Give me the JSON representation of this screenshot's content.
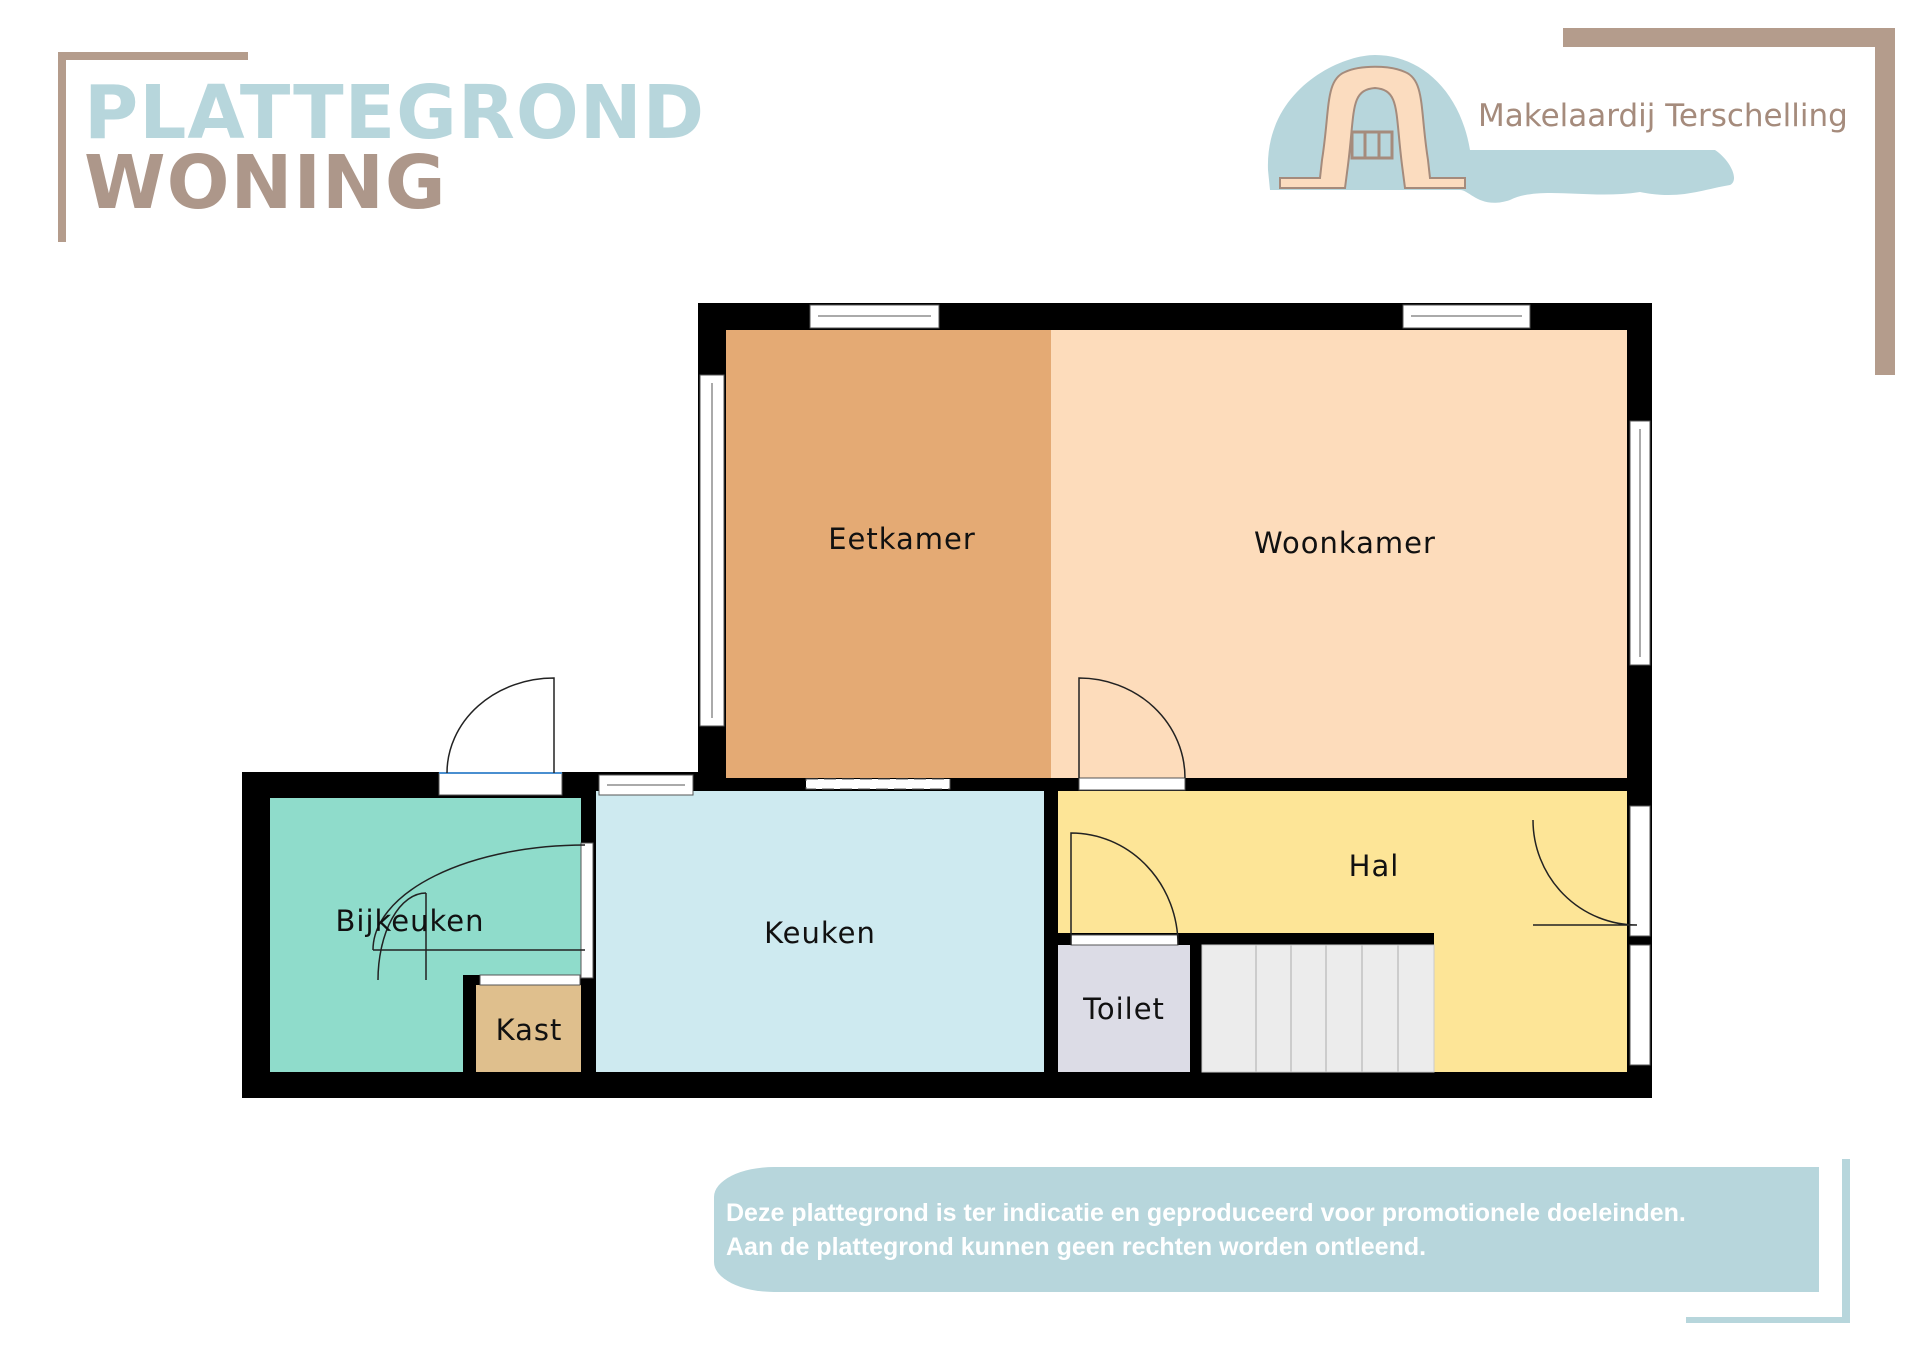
{
  "header": {
    "title_line1": "PLATTEGROND",
    "title_line2": "WONING"
  },
  "logo": {
    "company_name": "Makelaardij Terschelling"
  },
  "rooms": {
    "eetkamer": "Eetkamer",
    "woonkamer": "Woonkamer",
    "hal": "Hal",
    "bijkeuken": "Bijkeuken",
    "keuken": "Keuken",
    "kast": "Kast",
    "toilet": "Toilet"
  },
  "disclaimer": {
    "line1": "Deze plattegrond is ter indicatie en geproduceerd voor promotionele doeleinden.",
    "line2": "Aan de plattegrond kunnen geen rechten worden ontleend."
  },
  "colors": {
    "accent_blue": "#b7d6dc",
    "accent_brown": "#b49c8c",
    "eetkamer": "#e4aa74",
    "woonkamer": "#fddcbb",
    "hal": "#fde597",
    "bijkeuken": "#8fdccb",
    "keuken": "#ceeaf0",
    "kast": "#dfbf8d",
    "toilet": "#dcdce6"
  }
}
